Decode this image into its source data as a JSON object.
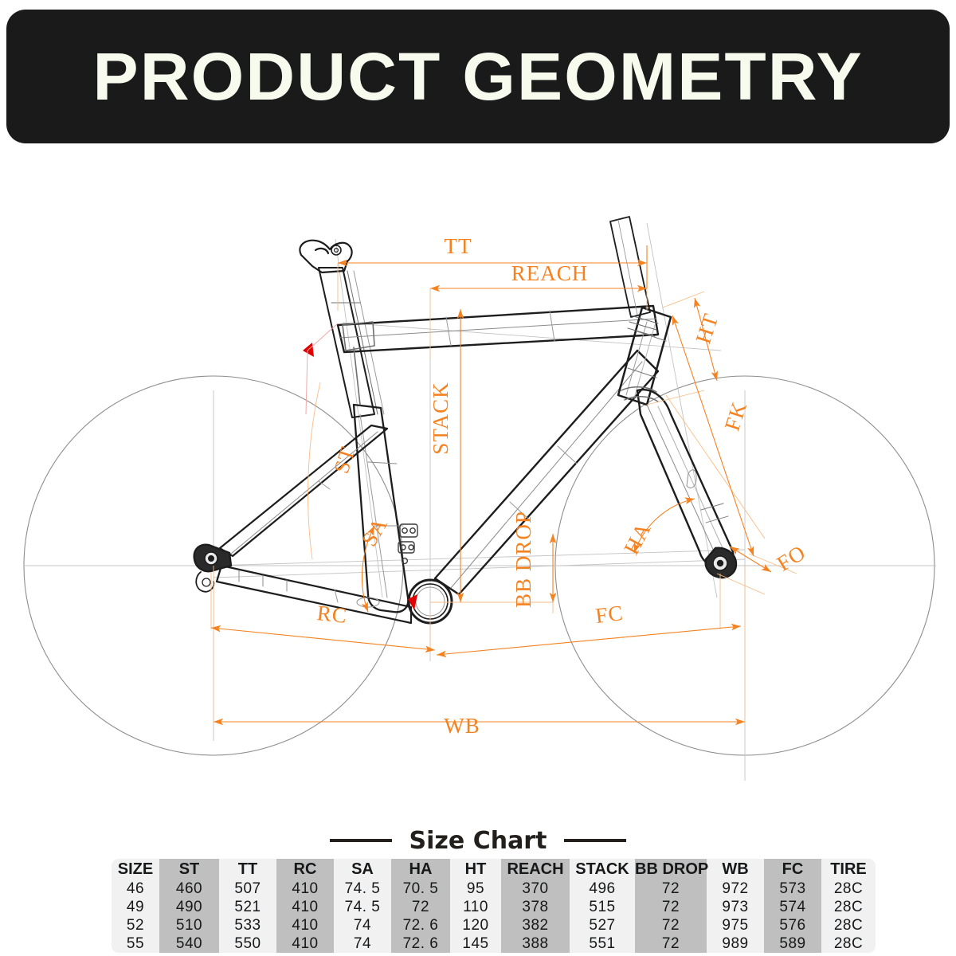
{
  "banner": {
    "title": "PRODUCT GEOMETRY",
    "bg_color": "#1a1a1a",
    "text_color": "#f7fbee"
  },
  "size_chart": {
    "heading": "Size Chart",
    "rule_color": "#231f1c",
    "columns": [
      "SIZE",
      "ST",
      "TT",
      "RC",
      "SA",
      "HA",
      "HT",
      "REACH",
      "STACK",
      "BB DROP",
      "WB",
      "FC",
      "TIRE"
    ],
    "rows": [
      [
        "46",
        "460",
        "507",
        "410",
        "74. 5",
        "70. 5",
        "95",
        "370",
        "496",
        "72",
        "972",
        "573",
        "28C"
      ],
      [
        "49",
        "490",
        "521",
        "410",
        "74. 5",
        "72",
        "110",
        "378",
        "515",
        "72",
        "973",
        "574",
        "28C"
      ],
      [
        "52",
        "510",
        "533",
        "410",
        "74",
        "72. 6",
        "120",
        "382",
        "527",
        "72",
        "975",
        "576",
        "28C"
      ],
      [
        "55",
        "540",
        "550",
        "410",
        "74",
        "72. 6",
        "145",
        "388",
        "551",
        "72",
        "989",
        "589",
        "28C"
      ]
    ],
    "shade_light": "#f1f1f1",
    "shade_dark": "#bfbfbf"
  },
  "diagram": {
    "accent_color": "#F58220",
    "line_color": "#1d1d1d",
    "construction_color": "#b9b9b9",
    "dimension_labels": [
      {
        "key": "TT",
        "text": "TT"
      },
      {
        "key": "REACH",
        "text": "REACH"
      },
      {
        "key": "HT",
        "text": "HT"
      },
      {
        "key": "FK",
        "text": "FK"
      },
      {
        "key": "FO",
        "text": "FO"
      },
      {
        "key": "STACK",
        "text": "STACK"
      },
      {
        "key": "ST",
        "text": "ST"
      },
      {
        "key": "SA",
        "text": "SA"
      },
      {
        "key": "BB_DROP",
        "text": "BB  DROP"
      },
      {
        "key": "HA",
        "text": "HA"
      },
      {
        "key": "RC",
        "text": "RC"
      },
      {
        "key": "FC",
        "text": "FC"
      },
      {
        "key": "WB",
        "text": "WB"
      }
    ]
  }
}
